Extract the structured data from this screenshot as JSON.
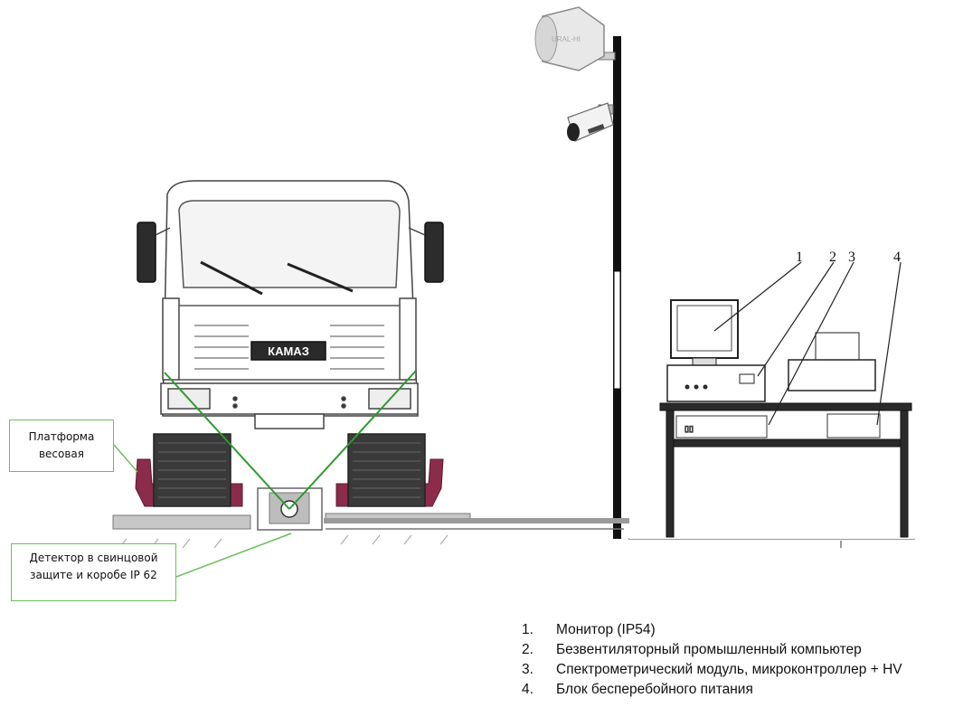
{
  "callouts": {
    "platform": {
      "line1": "Платформа",
      "line2": "весовая"
    },
    "detector": {
      "line1": "Детектор в свинцовой",
      "line2": "защите и коробе IP 62"
    }
  },
  "truck_logo": "КАМАЗ",
  "labels": [
    "1",
    "2",
    "3",
    "4"
  ],
  "legend": [
    {
      "num": "1.",
      "text": "Монитор (IP54)"
    },
    {
      "num": "2.",
      "text": "Безвентиляторный промышленный компьютер"
    },
    {
      "num": "3.",
      "text": "Спектрометрический модуль, микроконтроллер + HV"
    },
    {
      "num": "4.",
      "text": "Блок бесперебойного питания"
    }
  ],
  "colors": {
    "callout_border": "#6cbf5a",
    "beam": "#2e9b2e",
    "platform": "#8b2c4a",
    "cable": "#9a9a9a"
  }
}
